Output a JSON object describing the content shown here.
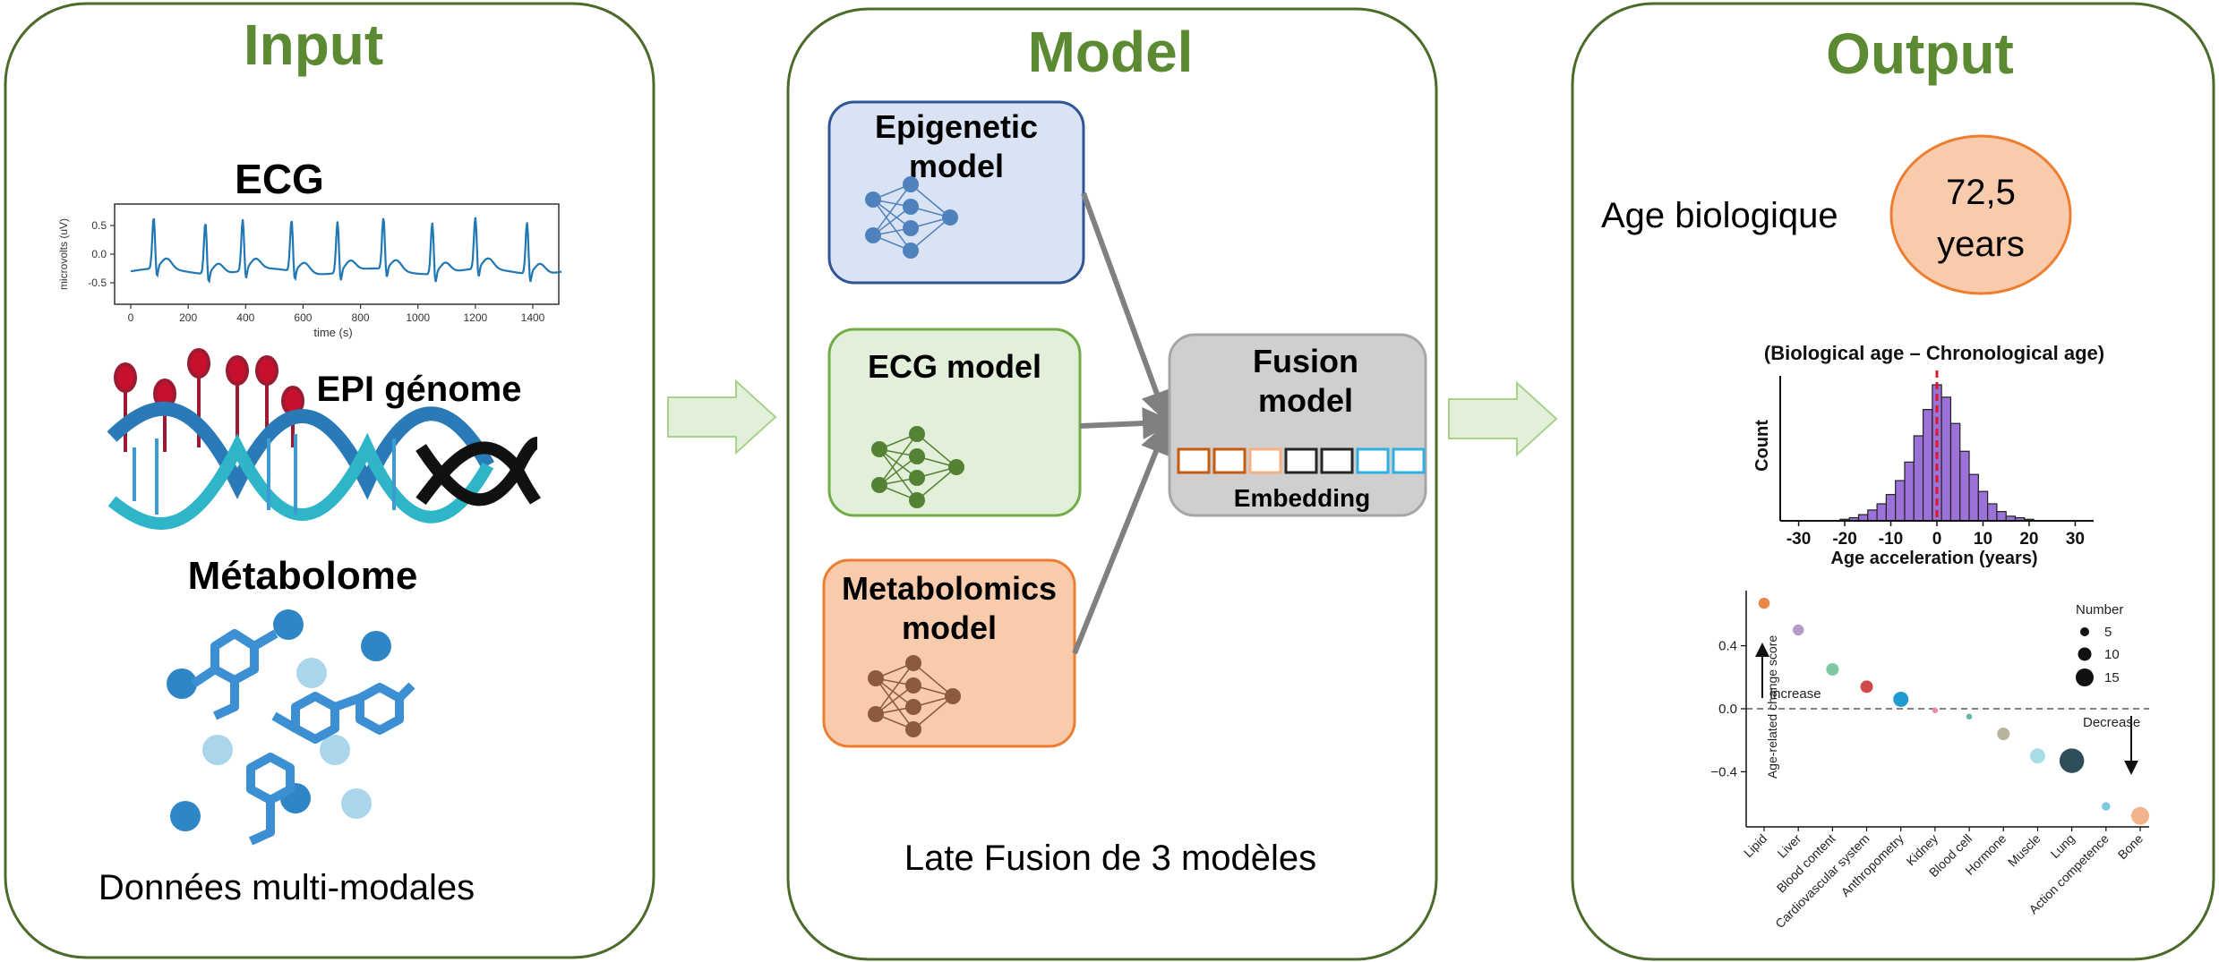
{
  "panels": {
    "input": {
      "title": "Input",
      "ecg_label": "ECG",
      "ecg_plot": {
        "ylabel": "microvolts (uV)",
        "xlabel": "time (s)",
        "xticks": [
          "0",
          "200",
          "400",
          "600",
          "800",
          "1000",
          "1200",
          "1400"
        ],
        "yticks": [
          "0.5",
          "0.0",
          "-0.5"
        ]
      },
      "epi_label": "EPI génome",
      "metabolome_label": "Métabolome",
      "footer": "Données multi-modales"
    },
    "model": {
      "title": "Model",
      "epigenetic": [
        "Epigenetic",
        "model"
      ],
      "ecg": "ECG model",
      "metabolomics": [
        "Metabolomics",
        "model"
      ],
      "fusion": [
        "Fusion",
        "model"
      ],
      "embedding": "Embedding",
      "footer": "Late Fusion de 3 modèles"
    },
    "output": {
      "title": "Output",
      "age_label": "Age biologique",
      "age_value": "72,5",
      "age_unit": "years"
    }
  },
  "colors": {
    "title_green": "#5b8a32",
    "panel_border": "#4a6b2a",
    "arrow_fill": "#e2efd9",
    "arrow_stroke": "#a9d18e",
    "epi_fill": "#dae3f3",
    "epi_stroke": "#2f5597",
    "ecg_fill": "#e2efd9",
    "ecg_stroke": "#70ad47",
    "met_fill": "#f8cbad",
    "met_stroke": "#ed7d31",
    "fusion_fill": "#d0cece",
    "age_fill": "#f8cbad",
    "hist_fill": "#9b72d8"
  },
  "chart_data": [
    {
      "type": "bar",
      "title": "(Biological age – Chronological age)",
      "xlabel": "Age acceleration (years)",
      "ylabel": "Count",
      "xticks": [
        -30,
        -20,
        -10,
        0,
        10,
        20,
        30
      ],
      "xlim": [
        -34,
        34
      ],
      "bins": [
        -20,
        -18,
        -16,
        -14,
        -12,
        -10,
        -8,
        -6,
        -4,
        -2,
        0,
        2,
        4,
        6,
        8,
        10,
        12,
        14,
        16,
        18,
        20
      ],
      "values": [
        1,
        2,
        4,
        7,
        11,
        17,
        26,
        38,
        55,
        72,
        88,
        80,
        63,
        45,
        30,
        19,
        11,
        6,
        3,
        2,
        1
      ],
      "reference_line": 0
    },
    {
      "type": "scatter",
      "ylabel": "Age-related change score",
      "yticks": [
        "0.4",
        "0.0",
        "−0.4"
      ],
      "ylim": [
        -0.75,
        0.75
      ],
      "baseline": 0,
      "categories": [
        "Lipid",
        "Liver",
        "Blood content",
        "Cardiovascular system",
        "Anthropometry",
        "Kidney",
        "Blood cell",
        "Hormone",
        "Muscle",
        "Lung",
        "Action competence",
        "Bone"
      ],
      "values": [
        0.67,
        0.5,
        0.25,
        0.14,
        0.06,
        -0.01,
        -0.05,
        -0.16,
        -0.3,
        -0.33,
        -0.62,
        -0.68
      ],
      "sizes": [
        5,
        5,
        6,
        6,
        8,
        1,
        1,
        6,
        8,
        15,
        3,
        10
      ],
      "colors": [
        "#e8894a",
        "#b59cc6",
        "#7fc8a2",
        "#cf4b4b",
        "#1f9bd1",
        "#e98ca8",
        "#5fb8a8",
        "#b6b39a",
        "#a9dde6",
        "#2e4e5a",
        "#7fc9e0",
        "#f2b48c"
      ],
      "legend_title": "Number",
      "legend_values": [
        "5",
        "10",
        "15"
      ],
      "increase_label": "Increase",
      "decrease_label": "Decrease"
    }
  ]
}
